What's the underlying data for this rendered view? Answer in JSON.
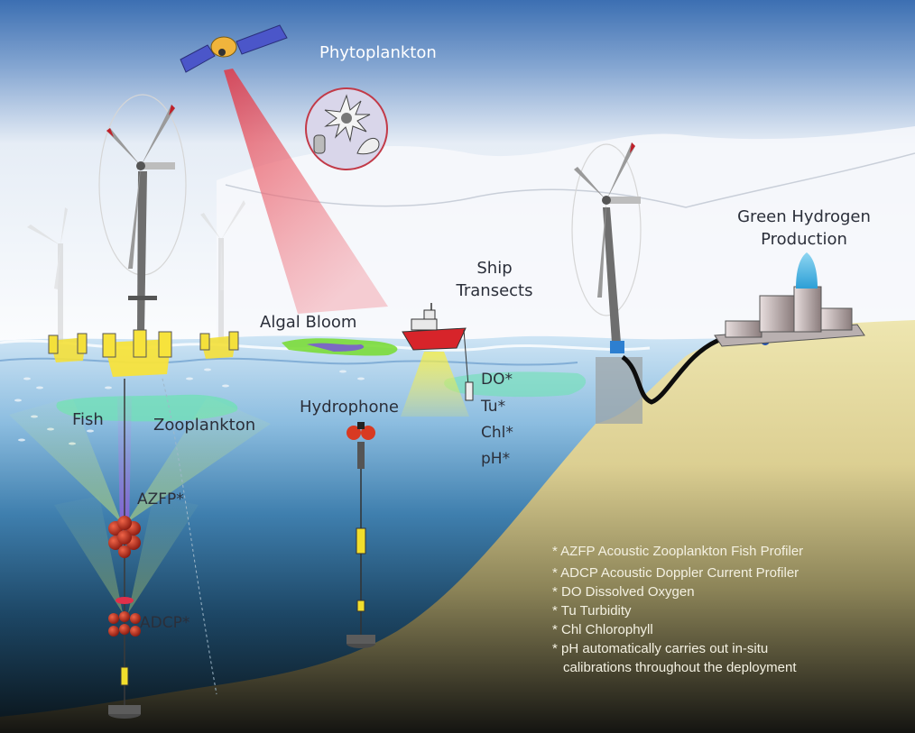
{
  "labels": {
    "phytoplankton": "Phytoplankton",
    "algal_bloom": "Algal Bloom",
    "ship_transects_1": "Ship",
    "ship_transects_2": "Transects",
    "green_hydrogen_1": "Green Hydrogen",
    "green_hydrogen_2": "Production",
    "fish": "Fish",
    "zooplankton": "Zooplankton",
    "hydrophone": "Hydrophone",
    "azfp": "AZFP*",
    "adcp": "ADCP*",
    "do": "DO*",
    "tu": "Tu*",
    "chl": "Chl*",
    "ph": "pH*"
  },
  "legend": [
    "* AZFP Acoustic Zooplankton Fish Profiler",
    "* ADCP  Acoustic Doppler Current Profiler",
    "* DO  Dissolved Oxygen",
    "* Tu    Turbidity",
    "* Chl   Chlorophyll",
    "* pH automatically carries out in-situ",
    "calibrations throughout the deployment"
  ],
  "colors": {
    "sky_top": "#3a6db0",
    "sea_surface": "#9ec8ea",
    "deep_sea": "#0e1a22",
    "sand": "#e8dfa6",
    "beam_red": "#e23b45",
    "sonar_yellow": "#f2e640",
    "algal_green": "#6fe2b4",
    "instrument_red": "#c52a1c"
  }
}
